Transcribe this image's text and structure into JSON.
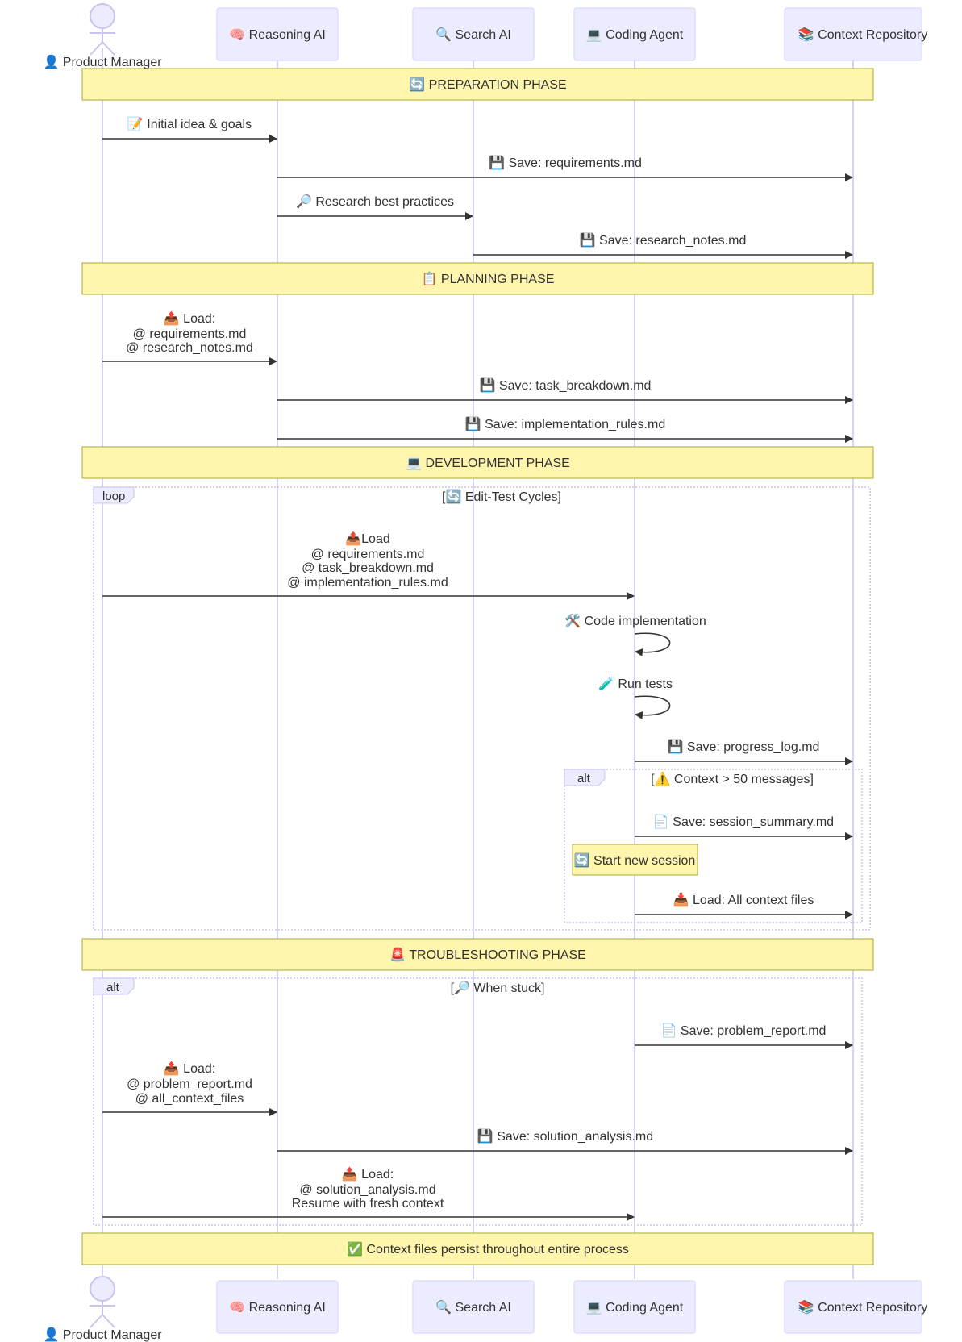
{
  "participants": [
    {
      "id": "pm",
      "kind": "actor",
      "label": "👤 Product Manager"
    },
    {
      "id": "reasoning",
      "kind": "box",
      "label": "🧠 Reasoning AI"
    },
    {
      "id": "search",
      "kind": "box",
      "label": "🔍 Search AI"
    },
    {
      "id": "coding",
      "kind": "box",
      "label": "💻 Coding Agent"
    },
    {
      "id": "repo",
      "kind": "box",
      "label": "📚 Context Repository"
    }
  ],
  "phases": {
    "preparation": "🔄 PREPARATION PHASE",
    "planning": "📋 PLANNING PHASE",
    "development": "💻 DEVELOPMENT PHASE",
    "troubleshooting": "🚨 TROUBLESHOOTING PHASE",
    "closing": "✅ Context files persist throughout entire process"
  },
  "frames": {
    "loop": {
      "keyword": "loop",
      "condition": "[🔄 Edit-Test Cycles]"
    },
    "alt_context": {
      "keyword": "alt",
      "condition": "[⚠️ Context > 50 messages]"
    },
    "alt_stuck": {
      "keyword": "alt",
      "condition": "[🔎 When stuck]"
    }
  },
  "notes": {
    "start_new_session": "🔄 Start new session"
  },
  "messages": {
    "m1": {
      "from": "pm",
      "to": "reasoning",
      "lines": [
        "📝 Initial idea & goals"
      ]
    },
    "m2": {
      "from": "reasoning",
      "to": "repo",
      "lines": [
        "💾 Save: requirements.md"
      ]
    },
    "m3": {
      "from": "reasoning",
      "to": "search",
      "lines": [
        "🔎 Research best practices"
      ]
    },
    "m4": {
      "from": "search",
      "to": "repo",
      "lines": [
        "💾 Save: research_notes.md"
      ]
    },
    "m5": {
      "from": "pm",
      "to": "reasoning",
      "lines": [
        "📤 Load:",
        "@ requirements.md",
        "@ research_notes.md"
      ]
    },
    "m6": {
      "from": "reasoning",
      "to": "repo",
      "lines": [
        "💾 Save: task_breakdown.md"
      ]
    },
    "m7": {
      "from": "reasoning",
      "to": "repo",
      "lines": [
        "💾 Save: implementation_rules.md"
      ]
    },
    "m8": {
      "from": "pm",
      "to": "coding",
      "lines": [
        "📤Load",
        "@ requirements.md",
        "@ task_breakdown.md",
        "@ implementation_rules.md"
      ]
    },
    "m9": {
      "from": "coding",
      "to": "coding",
      "lines": [
        "🛠️ Code implementation"
      ]
    },
    "m10": {
      "from": "coding",
      "to": "coding",
      "lines": [
        "🧪 Run tests"
      ]
    },
    "m11": {
      "from": "coding",
      "to": "repo",
      "lines": [
        "💾 Save: progress_log.md"
      ]
    },
    "m12": {
      "from": "coding",
      "to": "repo",
      "lines": [
        "📄 Save: session_summary.md"
      ]
    },
    "m13": {
      "from": "coding",
      "to": "repo",
      "lines": [
        "📥 Load: All context files"
      ]
    },
    "m14": {
      "from": "coding",
      "to": "repo",
      "lines": [
        "📄 Save: problem_report.md"
      ]
    },
    "m15": {
      "from": "pm",
      "to": "reasoning",
      "lines": [
        "📤 Load:",
        "@ problem_report.md",
        "@ all_context_files"
      ]
    },
    "m16": {
      "from": "reasoning",
      "to": "repo",
      "lines": [
        "💾 Save: solution_analysis.md"
      ]
    },
    "m17": {
      "from": "pm",
      "to": "coding",
      "lines": [
        "📤 Load:",
        "@ solution_analysis.md",
        "Resume with fresh context"
      ]
    }
  },
  "colors": {
    "participant_fill": "#ECECFF",
    "participant_stroke": "#DDDDFF",
    "lifeline": "#D6D2F2",
    "note_fill": "#FFF5AD",
    "note_stroke": "#AAAA33",
    "frame_stroke": "#C9C5EE",
    "arrow": "#333333"
  }
}
